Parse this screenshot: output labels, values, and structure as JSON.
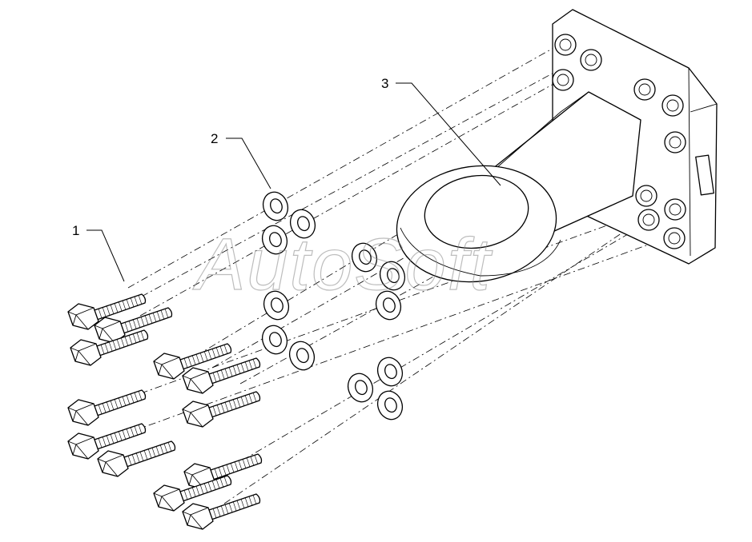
{
  "callouts": [
    {
      "id": "bolt",
      "label": "1"
    },
    {
      "id": "washer",
      "label": "2"
    },
    {
      "id": "tow-eye",
      "label": "3"
    }
  ],
  "watermark": "AutoSoft",
  "colors": {
    "line": "#000000",
    "watermark": "#888888",
    "background": "#ffffff"
  }
}
